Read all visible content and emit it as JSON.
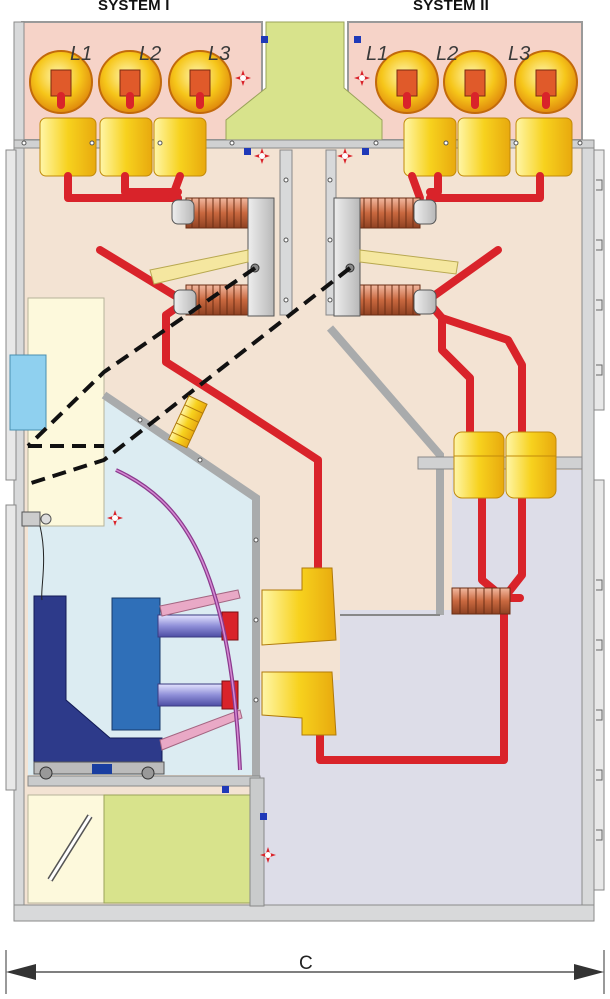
{
  "labels": {
    "system_1": "SYSTEM I",
    "system_2": "SYSTEM II",
    "dimension": "C"
  },
  "busbar_phases": {
    "system_1": [
      "L1",
      "L2",
      "L3"
    ],
    "system_2": [
      "L1",
      "L2",
      "L3"
    ]
  },
  "colors": {
    "busbar_compartment": "#f6d3c8",
    "cable_compartment": "#f3e3d3",
    "breaker_compartment": "#dcecf2",
    "lower_compartment": "#dddde8",
    "low_voltage_compartment": "#fdf9dc",
    "green_block": "#d8e38c",
    "conductor": "#d9232a",
    "insulator_yellow": "#f7d21e",
    "breaker_blue": "#2d3a8a",
    "frame_grey": "#c9cbcc"
  },
  "icons": [
    "pressure-relief-icon",
    "blue-marker-icon"
  ]
}
